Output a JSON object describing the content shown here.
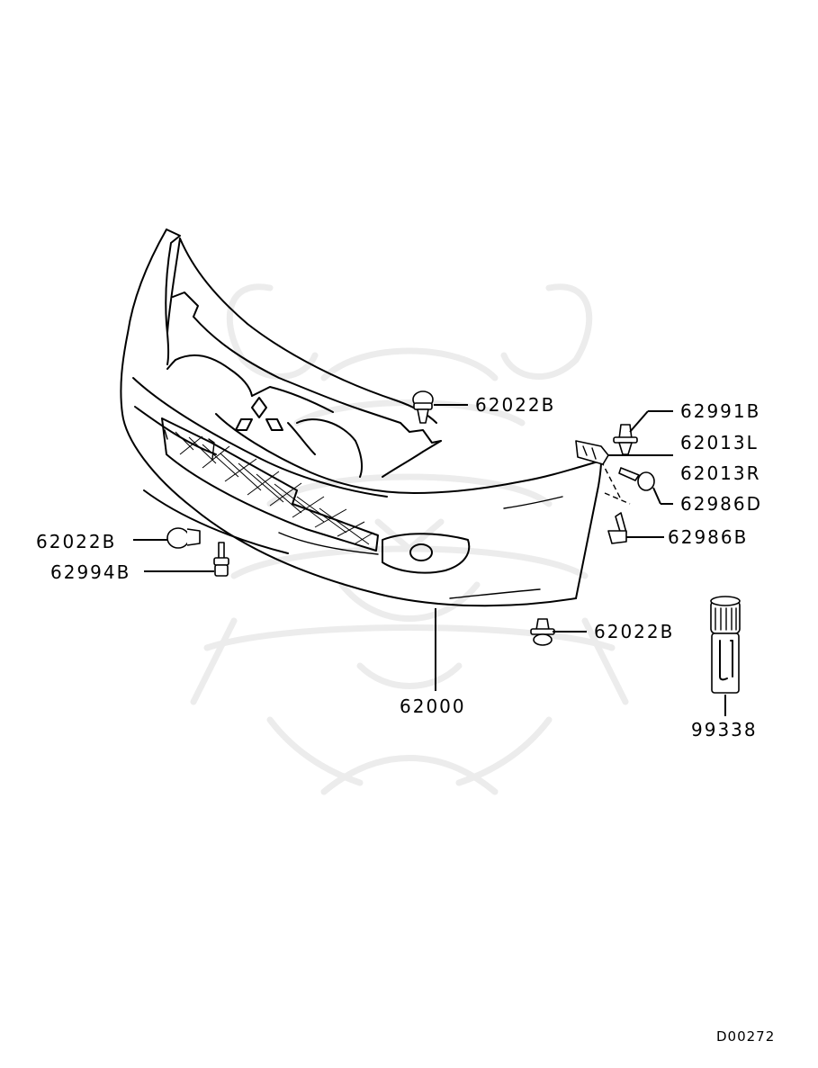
{
  "labels": {
    "p62022b_top": "62022B",
    "p62991b": "62991B",
    "p62013l": "62013L",
    "p62013r": "62013R",
    "p62986d": "62986D",
    "p62986b": "62986B",
    "p62022b_left": "62022B",
    "p62994b": "62994B",
    "p62022b_bottom": "62022B",
    "p62000": "62000",
    "p99338": "99338"
  },
  "document_code": "D00272",
  "watermark_icon": "samurai-helmet-watermark-icon",
  "emblem_icon": "three-diamond-emblem-icon"
}
